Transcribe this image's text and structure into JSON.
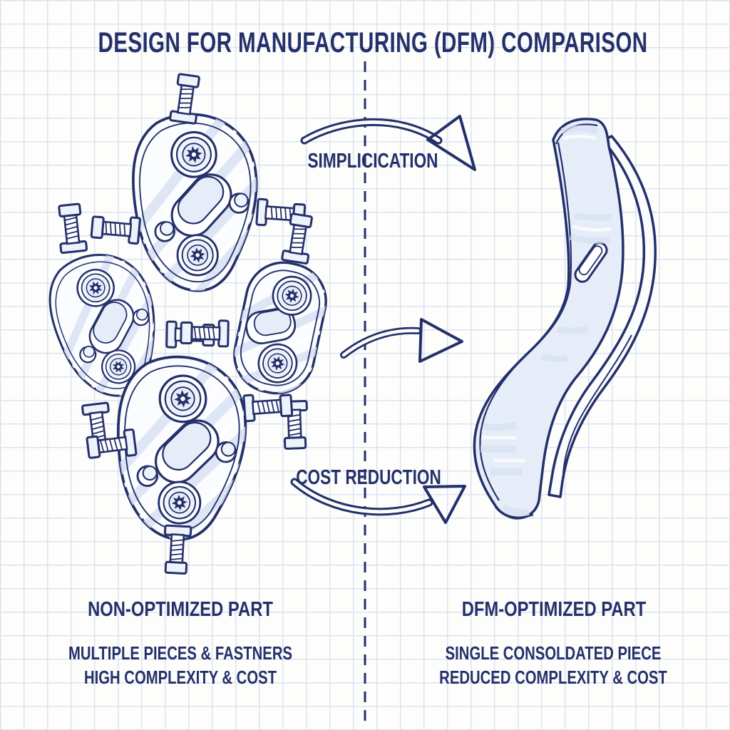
{
  "title": "DESIGN FOR MANUFACTURING (DFM) COMPARISON",
  "annotations": {
    "simplification_label": "SIMPLICICATION",
    "cost_label": "COST REDUCTION"
  },
  "left_column": {
    "heading": "NON-OPTIMIZED PART",
    "subline1": "MULTIPLE PIECES & FASTNERS",
    "subline2": "HIGH COMPLEXITY & COST"
  },
  "right_column": {
    "heading": "DFM-OPTIMIZED PART",
    "subline1": "SINGLE CONSOLDATED PIECE",
    "subline2": "REDUCED COMPLEXITY & COST"
  },
  "colors": {
    "ink": "#24306b",
    "part-fill": "#e7edf8",
    "hatch": "#d8e1f3",
    "grid": "#dce2f0",
    "paper": "#fdfdfb"
  }
}
